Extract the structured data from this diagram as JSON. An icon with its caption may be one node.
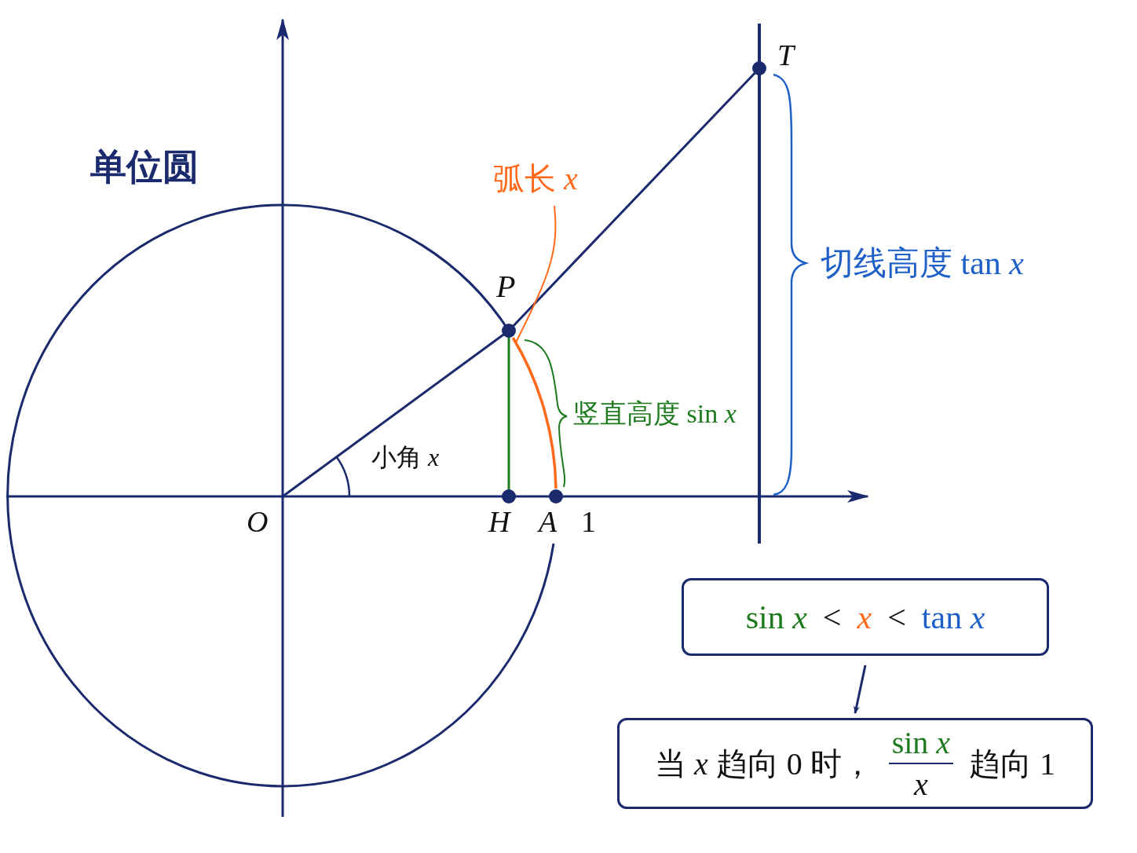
{
  "diagram": {
    "nodes": [
      {
        "text": [
          "弧长 *x*"
        ]
      },
      {
        "text": [],
        "shape": "arc"
      },
      {
        "text": [
          "sin *x*",
          "<",
          "x",
          "<",
          "tan *x*"
        ]
      },
      {
        "text": [
          "当 *x* 趋向 0 时，",
          "sin *x*",
          "x",
          "趋向 1"
        ]
      }
    ],
    "edges": [
      {
        "from": 0,
        "to": 1,
        "arrow": "none",
        "color": "#ff6a1a"
      },
      {
        "from": 2,
        "to": 3,
        "arrow": "to",
        "color": "#1a2a6c"
      }
    ],
    "labels": [
      "T",
      "单位圆",
      "切线高度 tan *x*",
      "P",
      "竖直高度 sin *x*",
      "小角 *x*",
      "O",
      "H",
      "A",
      "1"
    ]
  }
}
